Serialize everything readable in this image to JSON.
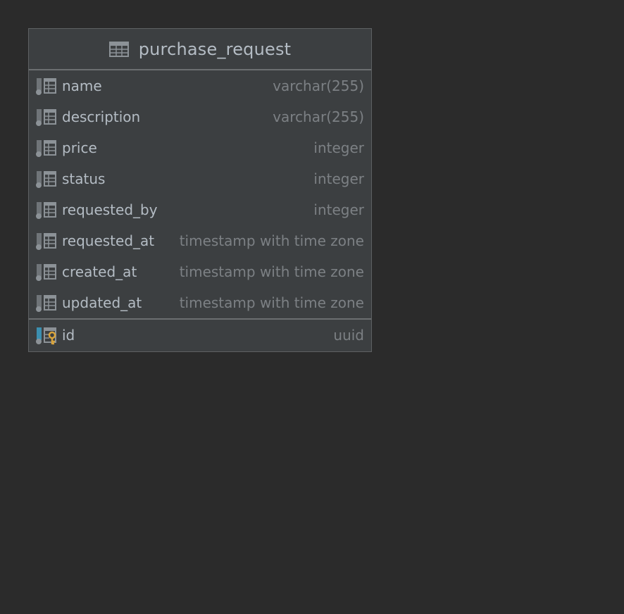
{
  "table": {
    "name": "purchase_request",
    "columns": [
      {
        "name": "name",
        "type": "varchar(255)"
      },
      {
        "name": "description",
        "type": "varchar(255)"
      },
      {
        "name": "price",
        "type": "integer"
      },
      {
        "name": "status",
        "type": "integer"
      },
      {
        "name": "requested_by",
        "type": "integer"
      },
      {
        "name": "requested_at",
        "type": "timestamp with time zone"
      },
      {
        "name": "created_at",
        "type": "timestamp with time zone"
      },
      {
        "name": "updated_at",
        "type": "timestamp with time zone"
      }
    ],
    "key_columns": [
      {
        "name": "id",
        "type": "uuid"
      }
    ]
  },
  "colors": {
    "background": "#2b2b2b",
    "node_fill": "#3c3f41",
    "name_text": "#b4bcc4",
    "type_text": "#7c8084",
    "key_accent": "#d9a43b",
    "pk_column_accent": "#3b8fb0"
  },
  "icons": {
    "table": "table-icon",
    "column": "column-icon",
    "primary_key": "primary-key-column-icon"
  }
}
